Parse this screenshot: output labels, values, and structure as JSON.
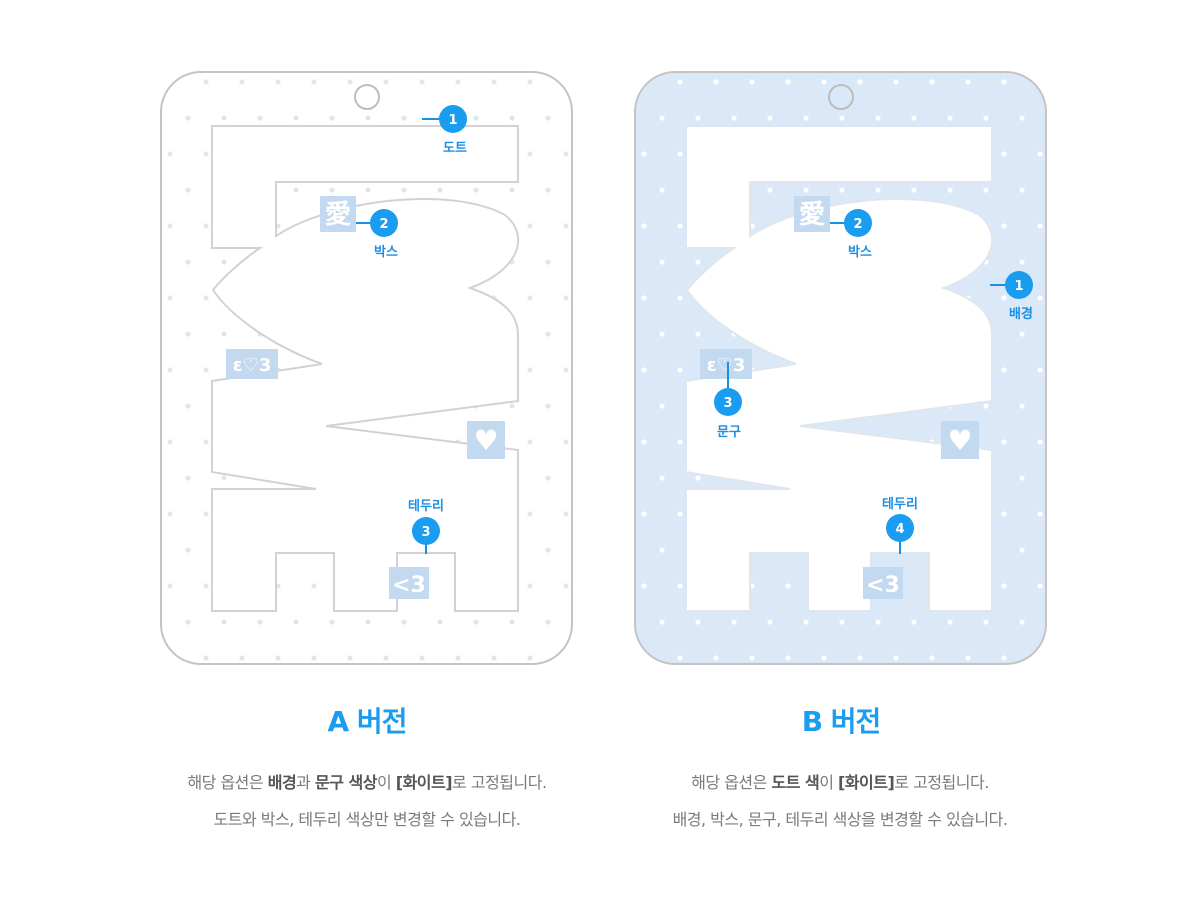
{
  "versions": [
    {
      "title": "A 버전",
      "desc_line1": [
        {
          "t": "해당 옵션은 ",
          "b": false
        },
        {
          "t": "배경",
          "b": true
        },
        {
          "t": "과 ",
          "b": false
        },
        {
          "t": "문구 색상",
          "b": true
        },
        {
          "t": "이 ",
          "b": false
        },
        {
          "t": "[화이트]",
          "b": true
        },
        {
          "t": "로 고정됩니다.",
          "b": false
        }
      ],
      "desc_line2": "도트와 박스, 테두리 색상만 변경할 수 있습니다.",
      "markers": [
        {
          "num": "1",
          "label": "도트"
        },
        {
          "num": "2",
          "label": "박스"
        },
        {
          "num": "3",
          "label": "테두리"
        }
      ],
      "box_texts": {
        "love": "愛",
        "eheart3": "ε♡3",
        "heart": "♥",
        "lt3": "<3"
      }
    },
    {
      "title": "B 버전",
      "desc_line1": [
        {
          "t": "해당 옵션은 ",
          "b": false
        },
        {
          "t": "도트 색",
          "b": true
        },
        {
          "t": "이 ",
          "b": false
        },
        {
          "t": "[화이트]",
          "b": true
        },
        {
          "t": "로 고정됩니다.",
          "b": false
        }
      ],
      "desc_line2": "배경, 박스, 문구, 테두리 색상을 변경할 수 있습니다.",
      "markers": [
        {
          "num": "1",
          "label": "배경"
        },
        {
          "num": "2",
          "label": "박스"
        },
        {
          "num": "3",
          "label": "문구"
        },
        {
          "num": "4",
          "label": "테두리"
        }
      ],
      "box_texts": {
        "love": "愛",
        "eheart3": "ε♡3",
        "heart": "♥",
        "lt3": "<3"
      }
    }
  ],
  "colors": {
    "accent": "#1a9cf0",
    "marker": "#1a8fe3",
    "box": "#c3d9ef",
    "b_background": "#dbe8f7",
    "a_dot": "#dfe7f3",
    "outline": "#c8c8c8"
  }
}
